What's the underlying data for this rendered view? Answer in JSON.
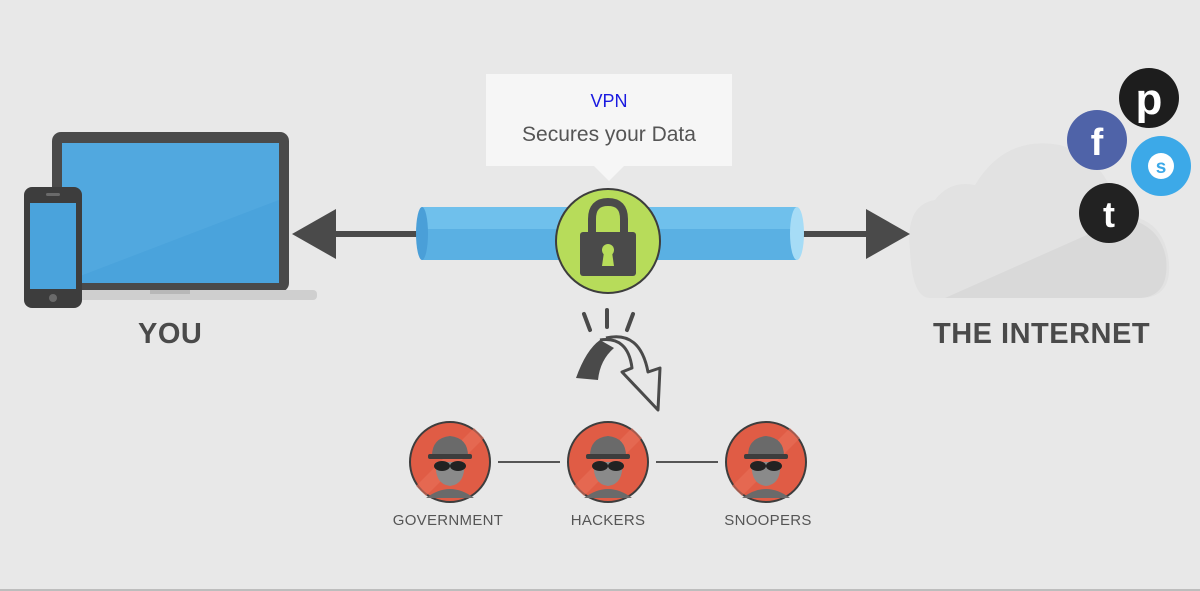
{
  "labels": {
    "you": "YOU",
    "internet": "THE INTERNET"
  },
  "vpn_bubble": {
    "title": "VPN",
    "subtitle": "Secures your Data"
  },
  "threats": [
    {
      "label": "GOVERNMENT"
    },
    {
      "label": "HACKERS"
    },
    {
      "label": "SNOOPERS"
    }
  ],
  "icons": {
    "devices": [
      "laptop-icon",
      "phone-icon"
    ],
    "lock": "padlock-icon",
    "cloud": "cloud-icon",
    "social": [
      "pinterest-icon",
      "facebook-icon",
      "skype-icon",
      "twitter-icon"
    ],
    "threat": "spy-icon",
    "deflect": "deflected-arrow-icon"
  },
  "colors": {
    "background": "#e8e8e8",
    "screen": "#4aa3dc",
    "tunnel": "#5ab0e3",
    "lock_green": "#b7dc5a",
    "threat_red": "#e05c45",
    "arrow": "#4a4a4a",
    "facebook": "#4f63a8",
    "skype": "#3ca9e8",
    "dark": "#222222"
  }
}
